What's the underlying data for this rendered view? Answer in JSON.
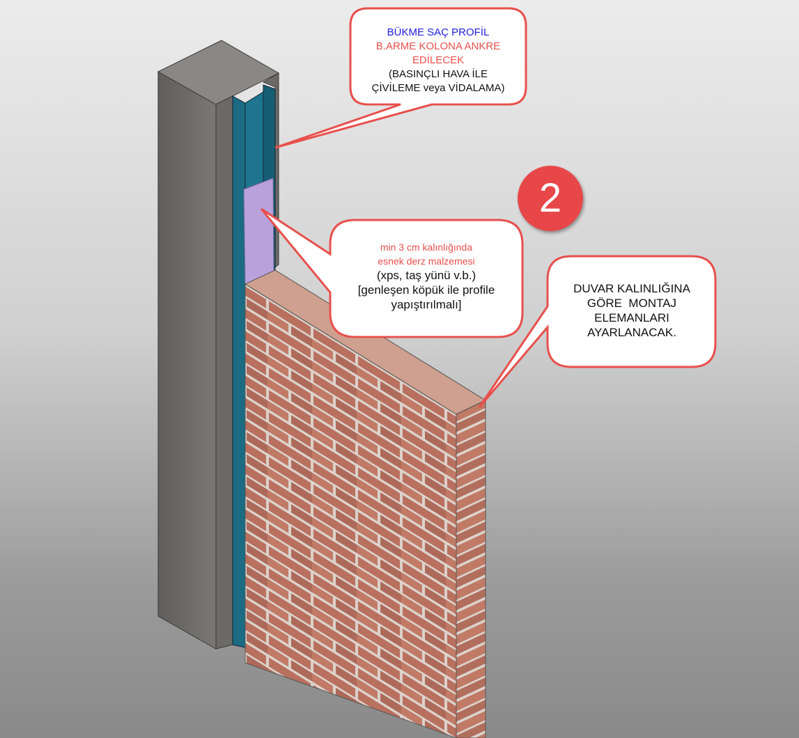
{
  "callouts": {
    "profile": {
      "line1": "BÜKME SAÇ PROFİL",
      "line2": "B.ARME KOLONA ANKRE",
      "line3": "EDİLECEK",
      "line4": "(BASINÇLI HAVA İLE",
      "line5": "ÇİVİLEME veya VİDALAMA)"
    },
    "filler": {
      "line1": "min 3 cm kalınlığında",
      "line2": "esnek derz malzemesi",
      "line3": "(xps, taş yünü v.b.)",
      "line4": "[genleşen köpük ile profile",
      "line5": "yapıştırılmalı]"
    },
    "wall": {
      "line1": "DUVAR KALINLIĞINA",
      "line2": "GÖRE  MONTAJ",
      "line3": "ELEMANLARI",
      "line4": "AYARLANACAK."
    }
  },
  "step_badge": "2",
  "colors": {
    "accent_red": "#e8474a",
    "profile_teal": "#1e7590",
    "foam_lavender": "#b9a2dc",
    "concrete": "#6f6e6a",
    "brick": "#b9705f"
  }
}
